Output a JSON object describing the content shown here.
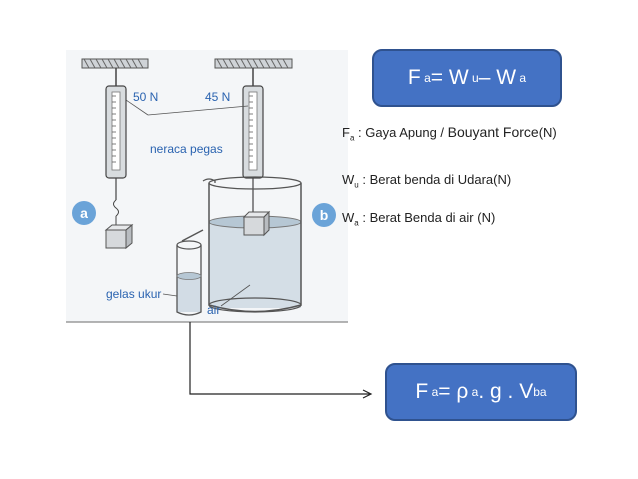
{
  "apparatus": {
    "label_a": "a",
    "label_b": "b",
    "scale_a_reading": "50 N",
    "scale_b_reading": "45 N",
    "spring_scale_label": "neraca pegas",
    "measuring_glass_label": "gelas ukur",
    "water_label": "air"
  },
  "formula_top": {
    "lhs": "F",
    "lhs_sub": "a",
    "eq": " = W",
    "w1_sub": "u",
    "minus": " – W",
    "w2_sub": "a"
  },
  "definitions": [
    {
      "sym": "F",
      "sub": "a",
      "text": " : Gaya Apung / ",
      "extra": "Bouyant Force",
      "unit": "(N)"
    },
    {
      "sym": "W",
      "sub": "u",
      "text": " : Berat benda di Udara(N)"
    },
    {
      "sym": "W",
      "sub": "a",
      "text": " : Berat Benda di air (N)"
    }
  ],
  "formula_bottom": {
    "lhs": "F",
    "lhs_sub": "a",
    "eq": " = ρ",
    "rho_sub": "a",
    "rest": " . g . V",
    "v_sub": "ba"
  },
  "colors": {
    "box_fill": "#4472c4",
    "box_border": "#2f528f",
    "label_blue": "#2a63b0",
    "circle_label": "#6aa3d8"
  }
}
